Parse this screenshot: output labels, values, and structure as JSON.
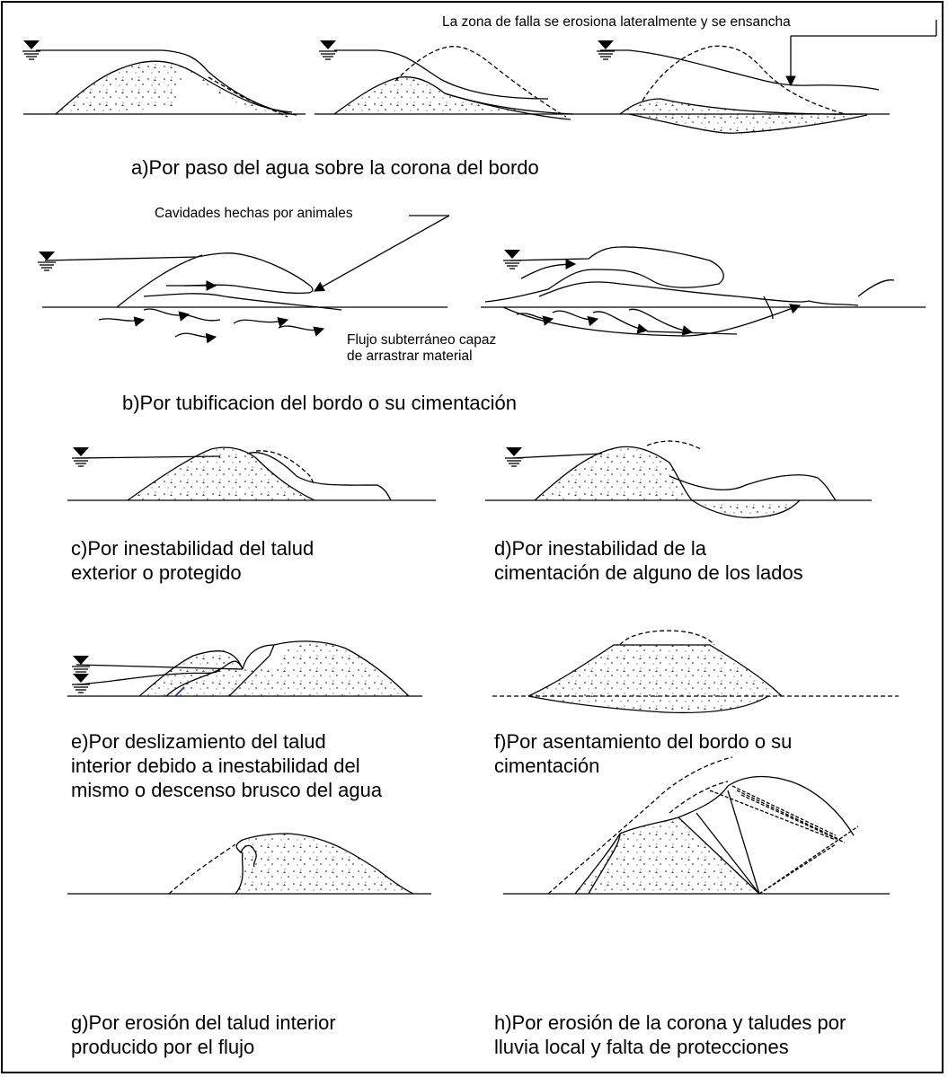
{
  "annotations": {
    "erosion_note": "La zona de falla se erosiona lateralmente y se ensancha",
    "cavities_note": "Cavidades hechas por animales",
    "seepage_note": "Flujo subterráneo capaz\nde arrastrar material"
  },
  "captions": {
    "a": "a)Por paso del agua sobre la corona del bordo",
    "b": "b)Por tubificacion del bordo o su cimentación",
    "c": " c)Por inestabilidad del talud\nexterior o protegido",
    "d": " d)Por inestabilidad de la\ncimentación de alguno de los lados",
    "e": " e)Por deslizamiento del talud\ninterior debido a inestabilidad del\nmismo o descenso brusco del agua",
    "f": " f)Por asentamiento del bordo o su\ncimentación",
    "g": " g)Por erosión del talud interior\nproducido por el flujo",
    "h": " h)Por erosión de la corona y taludes por\nlluvia local y falta de protecciones"
  },
  "colors": {
    "line": "#000000",
    "fill": "#ffffff",
    "dash": "#555555",
    "stipple": "#444444"
  },
  "icons": [
    "water-level-icon",
    "flow-arrow-icon",
    "leader-arrow-icon"
  ]
}
